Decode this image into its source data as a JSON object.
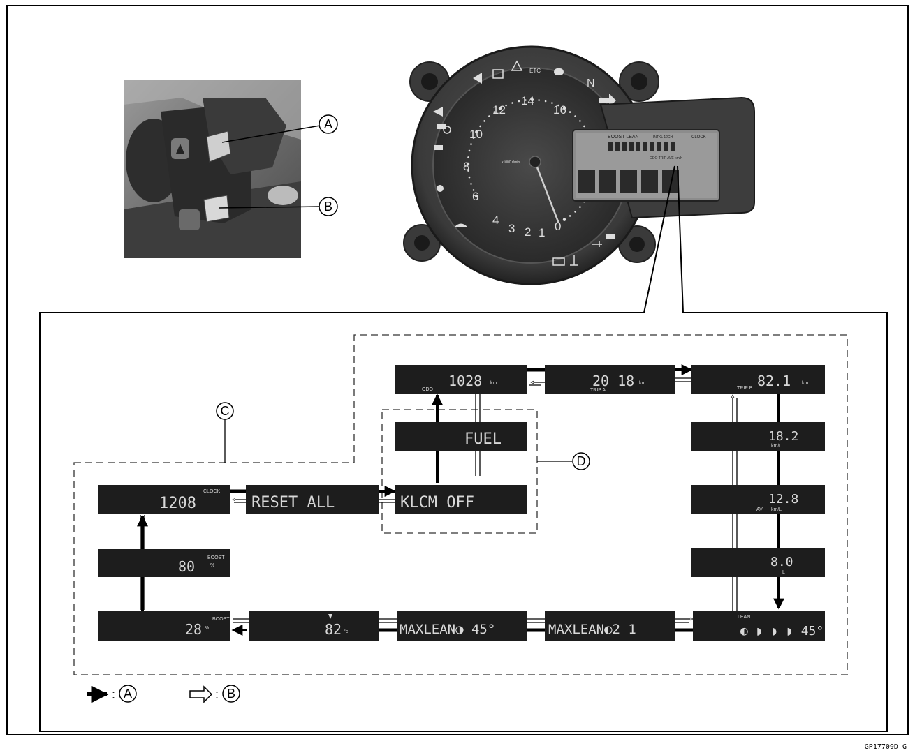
{
  "callouts": {
    "A": "A",
    "B": "B",
    "C": "C",
    "D": "D"
  },
  "figure_code": "GP17709D  G",
  "legend": {
    "colon": ":"
  },
  "gauge": {
    "numbers": [
      "0",
      "1",
      "2",
      "3",
      "4",
      "6",
      "8",
      "10",
      "12",
      "14",
      "16"
    ],
    "rpm_unit": "x1000 r/min",
    "top_icons": [
      "ETC",
      "N"
    ],
    "lcd_labels": [
      "BOOST LEAN",
      "INTKL 12CH",
      "CLOCK",
      "ODO TRIP AVE km/h"
    ]
  },
  "screens": {
    "clock": {
      "main": "1208",
      "label": "CLOCK"
    },
    "reset_all": {
      "main": "RESET  ALL"
    },
    "klcm_off": {
      "main": "KLCM  OFF"
    },
    "fuel": {
      "main": "FUEL"
    },
    "odo": {
      "main": "1028",
      "unit": "km",
      "label": "ODO"
    },
    "trip_a": {
      "main": "20 18",
      "unit": "km",
      "label": "TRIP A"
    },
    "trip_b": {
      "main": "82.1",
      "unit": "km",
      "label": "TRIP B"
    },
    "fuel_cons": {
      "main": "18.2",
      "unit": "km/L"
    },
    "avg_fuel_cons": {
      "main": "12.8",
      "label": "AV",
      "unit": "km/L"
    },
    "range": {
      "main": "8.0",
      "unit": "L"
    },
    "lean": {
      "main": "◐ ◗ ◗ ◗ 45°",
      "label": "LEAN"
    },
    "maxlean_r": {
      "main": "MAXLEAN◐2 1"
    },
    "maxlean_l": {
      "main": "MAXLEAN◑ 45°"
    },
    "temp": {
      "main": "82",
      "unit": "°c"
    },
    "boost_28": {
      "main": "28",
      "unit": "%",
      "label": "BOOST"
    },
    "boost_80": {
      "main": "80",
      "unit": "%",
      "label": "BOOST"
    }
  }
}
